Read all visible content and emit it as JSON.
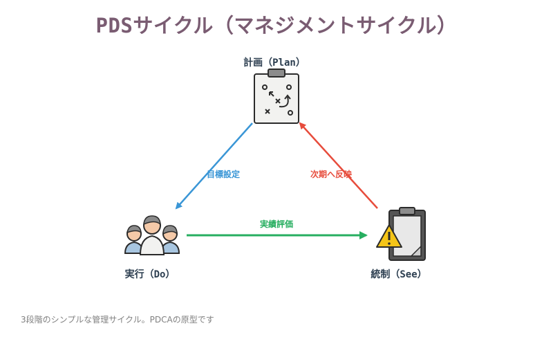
{
  "title": "PDSサイクル（マネジメントサイクル）",
  "nodes": {
    "plan": {
      "label": "計画（Plan）",
      "icon": "clipboard-strategy-icon"
    },
    "do": {
      "label": "実行（Do）",
      "icon": "team-people-icon"
    },
    "see": {
      "label": "統制（See）",
      "icon": "clipboard-warning-icon"
    }
  },
  "edges": {
    "plan_to_do": {
      "label": "目標設定",
      "color": "#3a96d6"
    },
    "do_to_see": {
      "label": "実績評価",
      "color": "#27ae60"
    },
    "see_to_plan": {
      "label": "次期へ反映",
      "color": "#e74c3c"
    }
  },
  "footer": "3段階のシンプルな管理サイクル。PDCAの原型です"
}
